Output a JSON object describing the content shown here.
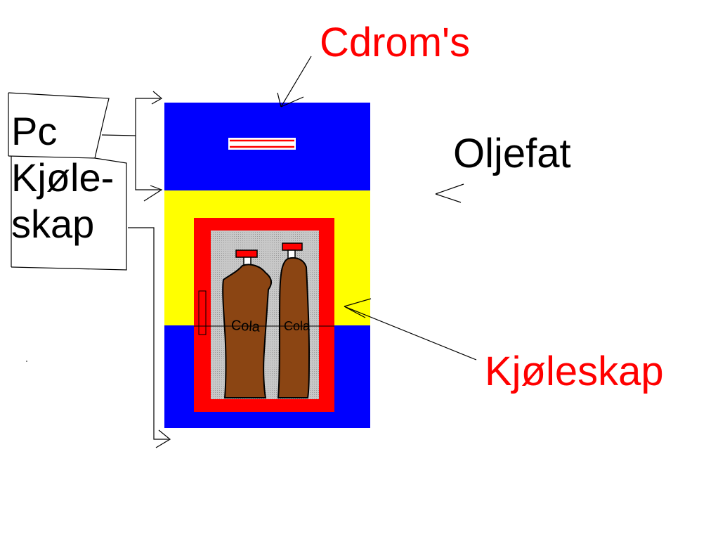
{
  "labels": {
    "cdroms": "Cdrom's",
    "oljefat": "Oljefat",
    "kjoleskap": "Kjøleskap",
    "pc_line1": "Pc",
    "pc_line2": "Kjøle-",
    "pc_line3": "skap"
  },
  "bottle_labels": {
    "left": "Cola",
    "right": "Cola"
  },
  "colors": {
    "cabinet_blue": "#0000ff",
    "band_yellow": "#ffff00",
    "door_red": "#ff0000",
    "inner_grey": "#c0c0c0",
    "bottle_brown": "#8b4513",
    "label_red": "#ff0000",
    "label_black": "#000000"
  }
}
